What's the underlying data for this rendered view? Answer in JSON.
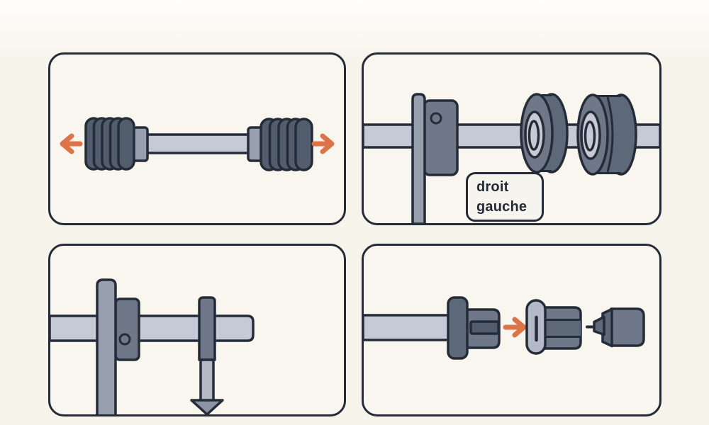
{
  "colors": {
    "background": "#f7f4ec",
    "panel_background": "#f8f6ef",
    "outline": "#252c38",
    "shaft_gray": "#c6cad6",
    "post_gray": "#98a0b0",
    "bracket_slate": "#6e7889",
    "dark_slate": "#525d6d",
    "band_slate": "#5d6879",
    "light_metal": "#b3b9c6",
    "arrowhead_gray": "#8b93a4",
    "accent_arrow": "#dd7349",
    "label_background": "#f6f4ee",
    "label_text": "#242b36"
  },
  "panels": {
    "top_left": {
      "name": "axle-shaft-with-two-ribbed-boots",
      "icons": [
        "arrow-left-icon",
        "arrow-right-icon"
      ]
    },
    "top_right": {
      "name": "shaft-through-bracket-with-rollers",
      "label": {
        "line1": "droit",
        "line2": "gauche"
      }
    },
    "bottom_left": {
      "name": "shaft-on-post-with-locking-pin",
      "icons": [
        "arrow-down-icon"
      ]
    },
    "bottom_right": {
      "name": "shaft-end-connector-assembly",
      "icons": [
        "arrow-right-icon"
      ]
    }
  }
}
